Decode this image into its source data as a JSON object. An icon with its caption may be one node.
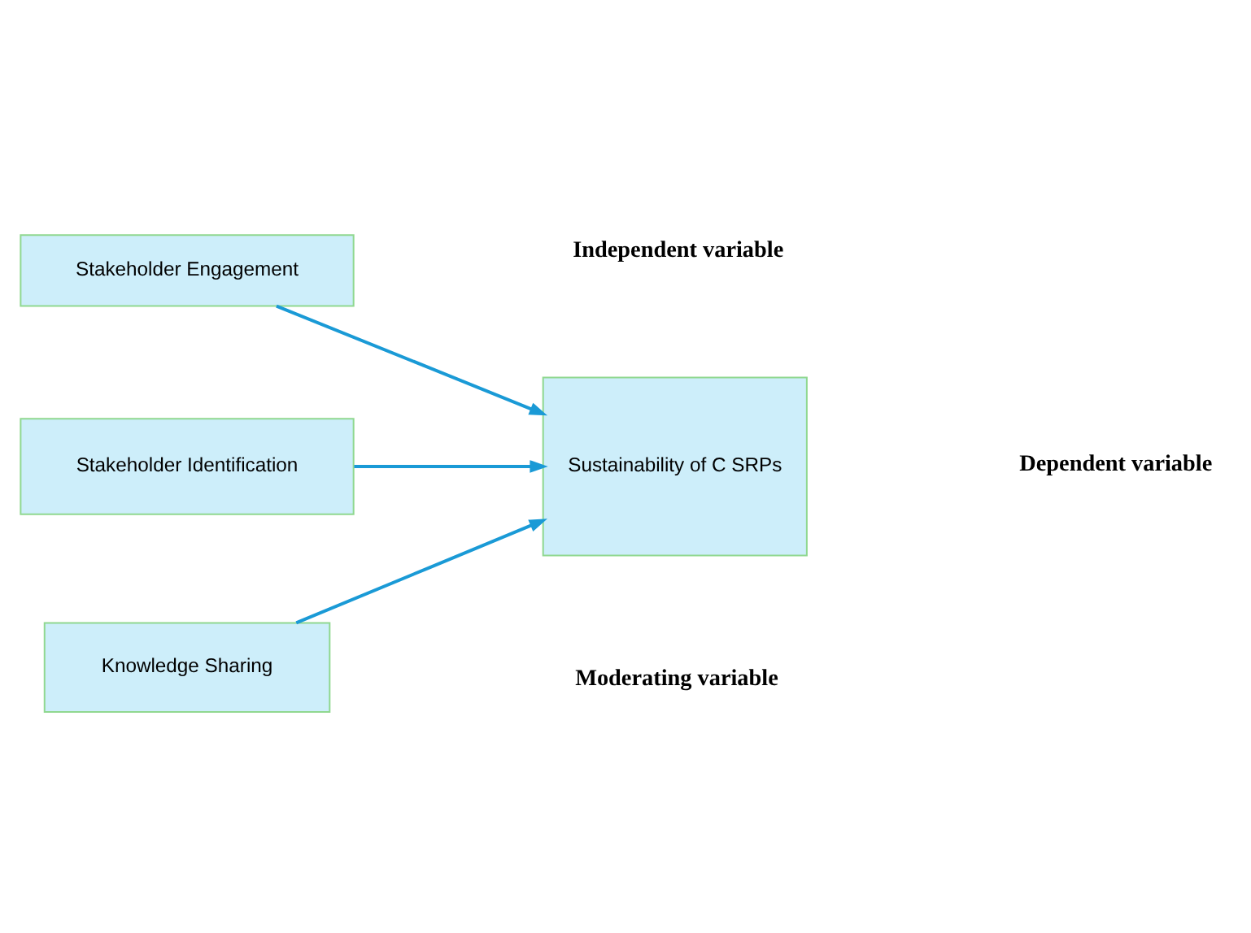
{
  "diagram": {
    "nodes": [
      {
        "text": [
          "Stakeholder Identification"
        ]
      },
      {
        "text": [
          "Stakeholder Engagement"
        ]
      },
      {
        "text": [
          "Sustainability of C SRPs"
        ]
      },
      {
        "text": [
          "Knowledge Sharing"
        ]
      }
    ],
    "edges": [
      {
        "from": 0,
        "to": 2,
        "arrow": "to"
      },
      {
        "from": 1,
        "to": 2,
        "arrow": "to"
      },
      {
        "from": 3,
        "to": 2,
        "arrow": "to"
      }
    ],
    "labels": [
      "Dependent variable",
      "Independent variable",
      "Moderating variable"
    ]
  }
}
